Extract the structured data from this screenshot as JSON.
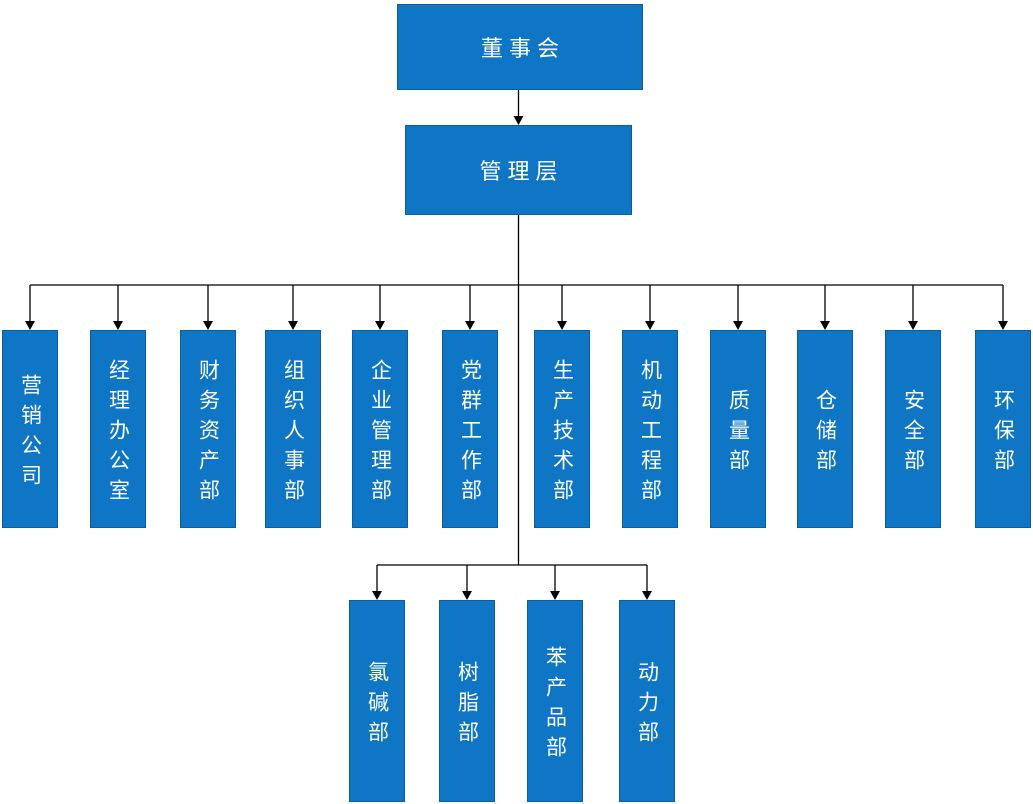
{
  "org": {
    "level1": {
      "label": "董事会"
    },
    "level2": {
      "label": "管理层"
    },
    "level3": [
      {
        "label": "营销公司"
      },
      {
        "label": "经理办公室"
      },
      {
        "label": "财务资产部"
      },
      {
        "label": "组织人事部"
      },
      {
        "label": "企业管理部"
      },
      {
        "label": "党群工作部"
      },
      {
        "label": "生产技术部"
      },
      {
        "label": "机动工程部"
      },
      {
        "label": "质量部"
      },
      {
        "label": "仓储部"
      },
      {
        "label": "安全部"
      },
      {
        "label": "环保部"
      }
    ],
    "level4": [
      {
        "label": "氯碱部"
      },
      {
        "label": "树脂部"
      },
      {
        "label": "苯产品部"
      },
      {
        "label": "动力部"
      }
    ],
    "colors": {
      "box_fill": "#0E76C4",
      "box_border": "#0B5E9D",
      "box_text": "#FFFFFF",
      "connector": "#000000"
    }
  }
}
